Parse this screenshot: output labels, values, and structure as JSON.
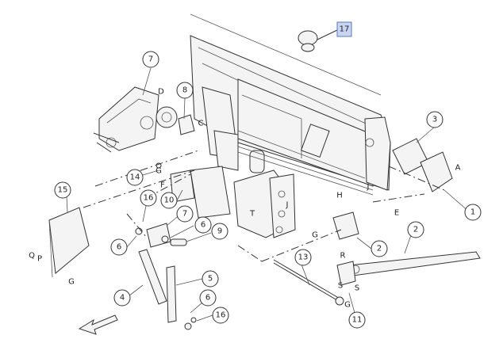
{
  "callouts": {
    "c17": "17",
    "c7a": "7",
    "c8": "8",
    "c14": "14",
    "c15": "15",
    "c16a": "16",
    "c10": "10",
    "c7b": "7",
    "c6a": "6",
    "c6b": "6",
    "c9": "9",
    "c4": "4",
    "c5": "5",
    "c6c": "6",
    "c16b": "16",
    "c3": "3",
    "c1": "1",
    "c2a": "2",
    "c2b": "2",
    "c13": "13",
    "c11": "11"
  },
  "letters": {
    "D": "D",
    "C": "C",
    "G1": "G",
    "F": "F",
    "A": "A",
    "H": "H",
    "J1": "J",
    "E": "E",
    "J2": "J",
    "T": "T",
    "G2": "G",
    "R": "R",
    "S1": "S",
    "S2": "S",
    "G3": "G",
    "Q": "Q",
    "P": "P",
    "G4": "G"
  },
  "colors": {
    "highlight": "#c9d6f2",
    "line": "#333333"
  }
}
